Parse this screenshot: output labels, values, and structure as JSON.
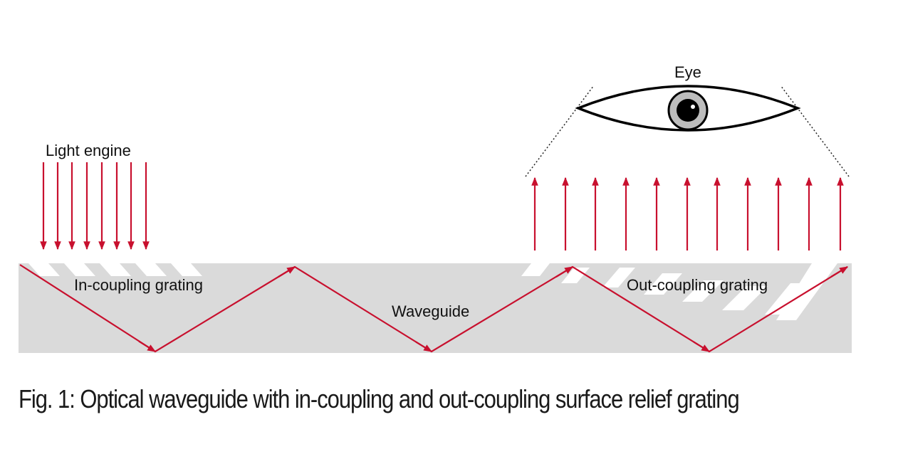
{
  "labels": {
    "light_engine": "Light engine",
    "in_coupling": "In-coupling grating",
    "waveguide": "Waveguide",
    "out_coupling": "Out-coupling grating",
    "eye": "Eye"
  },
  "caption": "Fig. 1: Optical waveguide with in-coupling and out-coupling surface relief grating",
  "colors": {
    "ray": "#c8102e",
    "waveguide": "#dadada",
    "grating_stripe": "#ffffff",
    "eye_outline": "#000000",
    "iris": "#bdbdbd"
  }
}
